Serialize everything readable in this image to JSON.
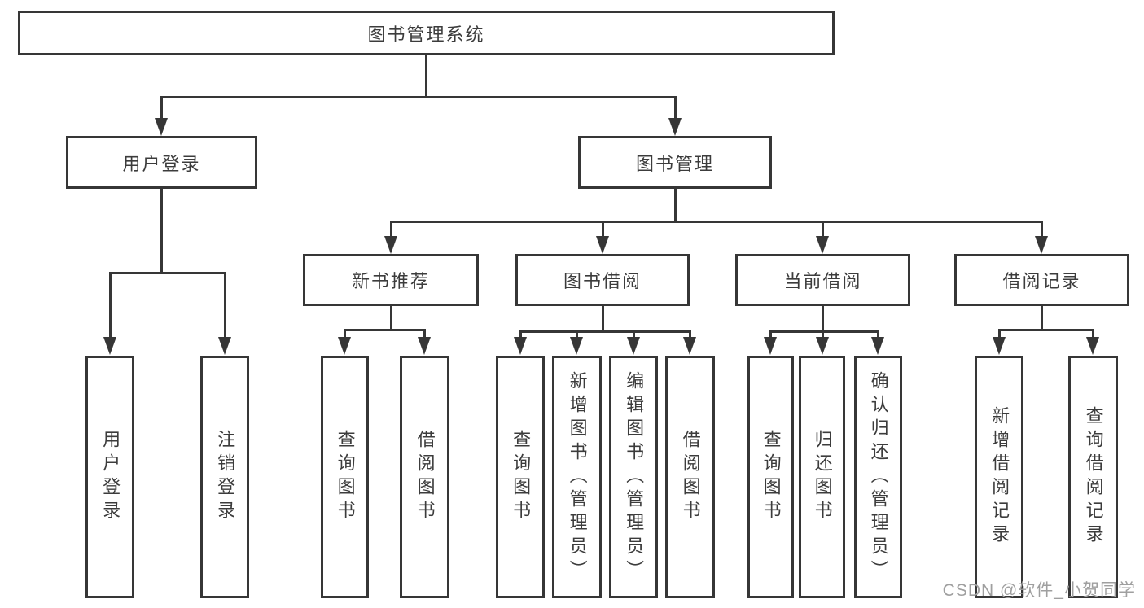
{
  "tree": {
    "root": {
      "label": "图书管理系统"
    },
    "login": {
      "label": "用户登录",
      "children": [
        "用户登录",
        "注销登录"
      ]
    },
    "management": {
      "label": "图书管理",
      "sections": [
        {
          "label": "新书推荐",
          "children": [
            "查询图书",
            "借阅图书"
          ]
        },
        {
          "label": "图书借阅",
          "children": [
            "查询图书",
            "新增图书（管理员）",
            "编辑图书（管理员）",
            "借阅图书"
          ]
        },
        {
          "label": "当前借阅",
          "children": [
            "查询图书",
            "归还图书",
            "确认归还（管理员）"
          ]
        },
        {
          "label": "借阅记录",
          "children": [
            "新增借阅记录",
            "查询借阅记录"
          ]
        }
      ]
    }
  },
  "watermark": {
    "text": "CSDN @软件_小贺同学"
  },
  "colors": {
    "line": "#363636",
    "text": "#3c3c3c",
    "watermark": "#9f9f9f",
    "background": "#ffffff"
  }
}
